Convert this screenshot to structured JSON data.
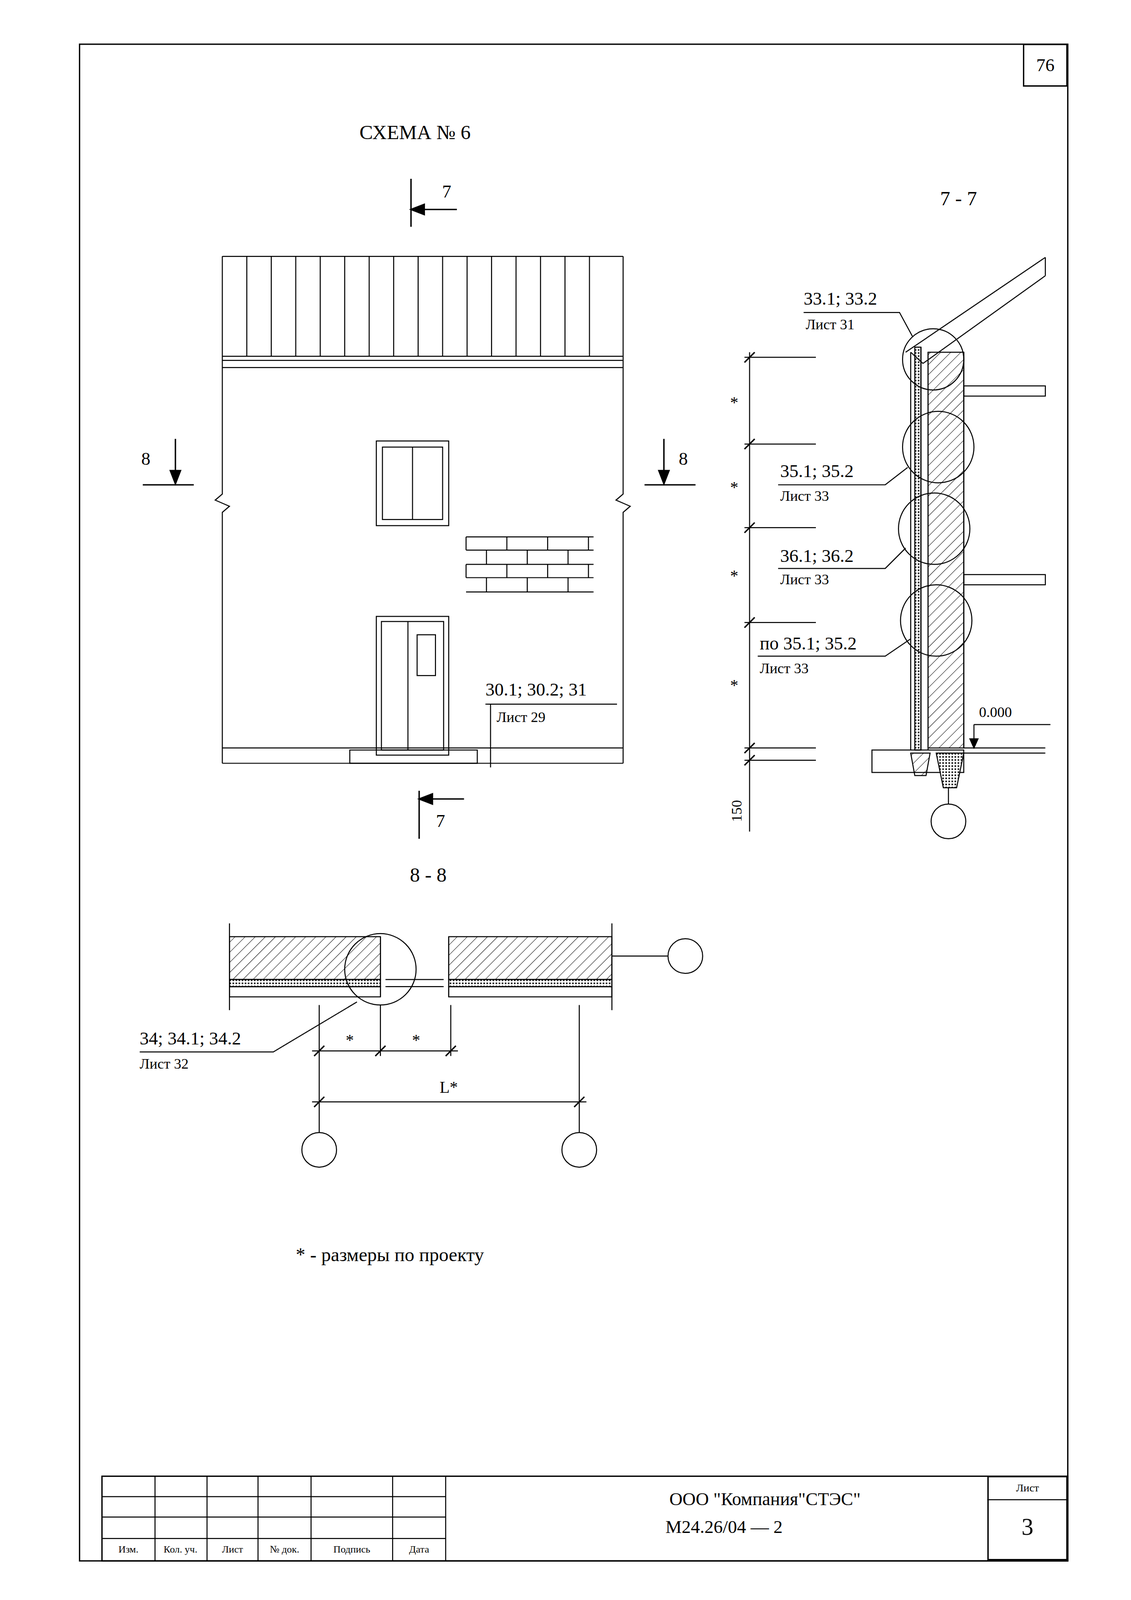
{
  "diagram": {
    "title": "СХЕМА № 6",
    "nodes": [
      {
        "text": [
          "76"
        ]
      },
      {
        "text": [
          "Лист",
          "3"
        ]
      }
    ],
    "labels": [
      "7",
      "8",
      "8",
      "30.1; 30.2; 31",
      "Лист 29",
      "7",
      "7 - 7",
      "33.1; 33.2",
      "Лист 31",
      "*",
      "35.1; 35.2",
      "Лист 33",
      "*",
      "36.1; 36.2",
      "Лист 33",
      "*",
      "по 35.1; 35.2",
      "Лист 33",
      "*",
      "0.000",
      "150",
      "8 - 8",
      "34; 34.1; 34.2",
      "Лист 32",
      "*",
      "*",
      "L*",
      "* - размеры по проекту",
      "Изм.",
      "Кол. уч.",
      "Лист",
      "№ док.",
      "Подпись",
      "Дата",
      "ООО \"Компания\"СТЭС\"",
      "М24.26/04 — 2"
    ]
  }
}
